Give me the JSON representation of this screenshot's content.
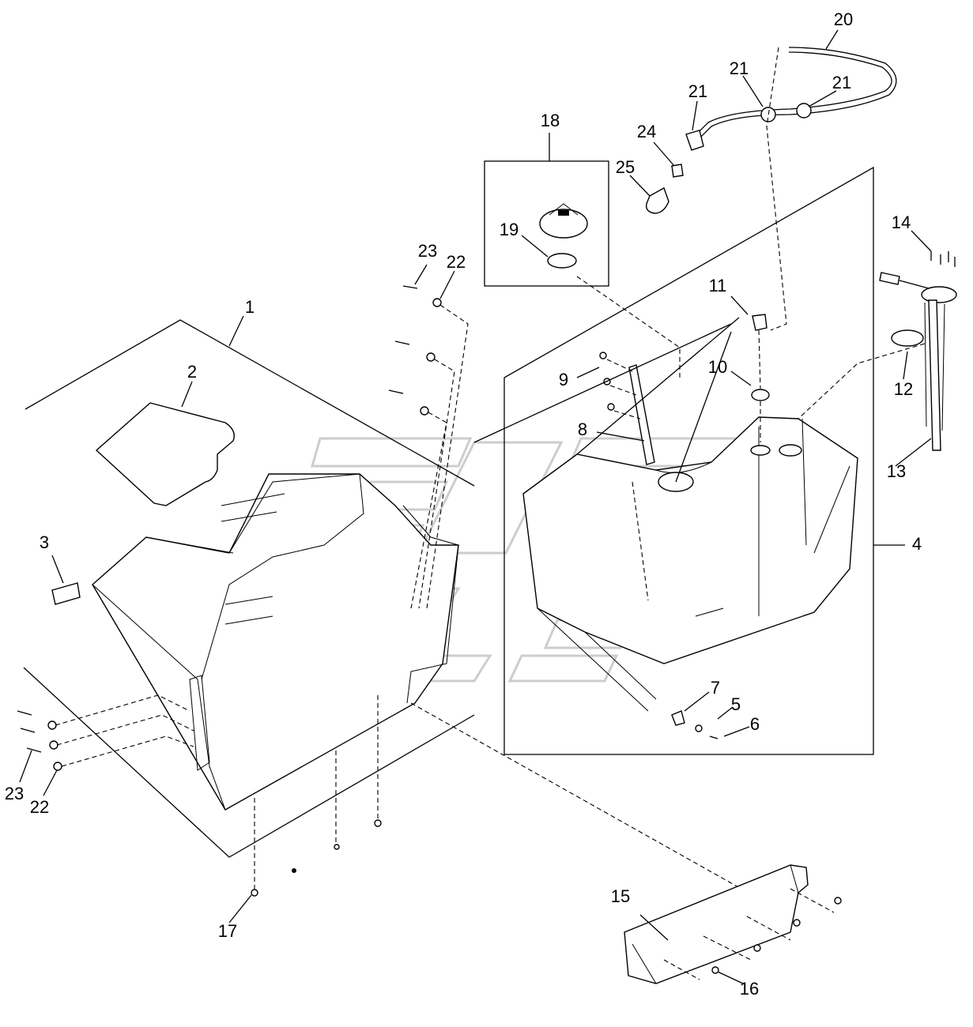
{
  "callouts": [
    {
      "id": "c1",
      "text": "1"
    },
    {
      "id": "c2",
      "text": "2"
    },
    {
      "id": "c3",
      "text": "3"
    },
    {
      "id": "c4",
      "text": "4"
    },
    {
      "id": "c5",
      "text": "5"
    },
    {
      "id": "c6",
      "text": "6"
    },
    {
      "id": "c7",
      "text": "7"
    },
    {
      "id": "c8",
      "text": "8"
    },
    {
      "id": "c9",
      "text": "9"
    },
    {
      "id": "c10",
      "text": "10"
    },
    {
      "id": "c11",
      "text": "11"
    },
    {
      "id": "c12",
      "text": "12"
    },
    {
      "id": "c13",
      "text": "13"
    },
    {
      "id": "c14",
      "text": "14"
    },
    {
      "id": "c15",
      "text": "15"
    },
    {
      "id": "c16",
      "text": "16"
    },
    {
      "id": "c17",
      "text": "17"
    },
    {
      "id": "c18",
      "text": "18"
    },
    {
      "id": "c19",
      "text": "19"
    },
    {
      "id": "c20",
      "text": "20"
    },
    {
      "id": "c21a",
      "text": "21"
    },
    {
      "id": "c21b",
      "text": "21"
    },
    {
      "id": "c22a",
      "text": "22"
    },
    {
      "id": "c22b",
      "text": "22"
    },
    {
      "id": "c23a",
      "text": "23"
    },
    {
      "id": "c23b",
      "text": "23"
    },
    {
      "id": "c24",
      "text": "24"
    },
    {
      "id": "c25",
      "text": "25"
    }
  ]
}
